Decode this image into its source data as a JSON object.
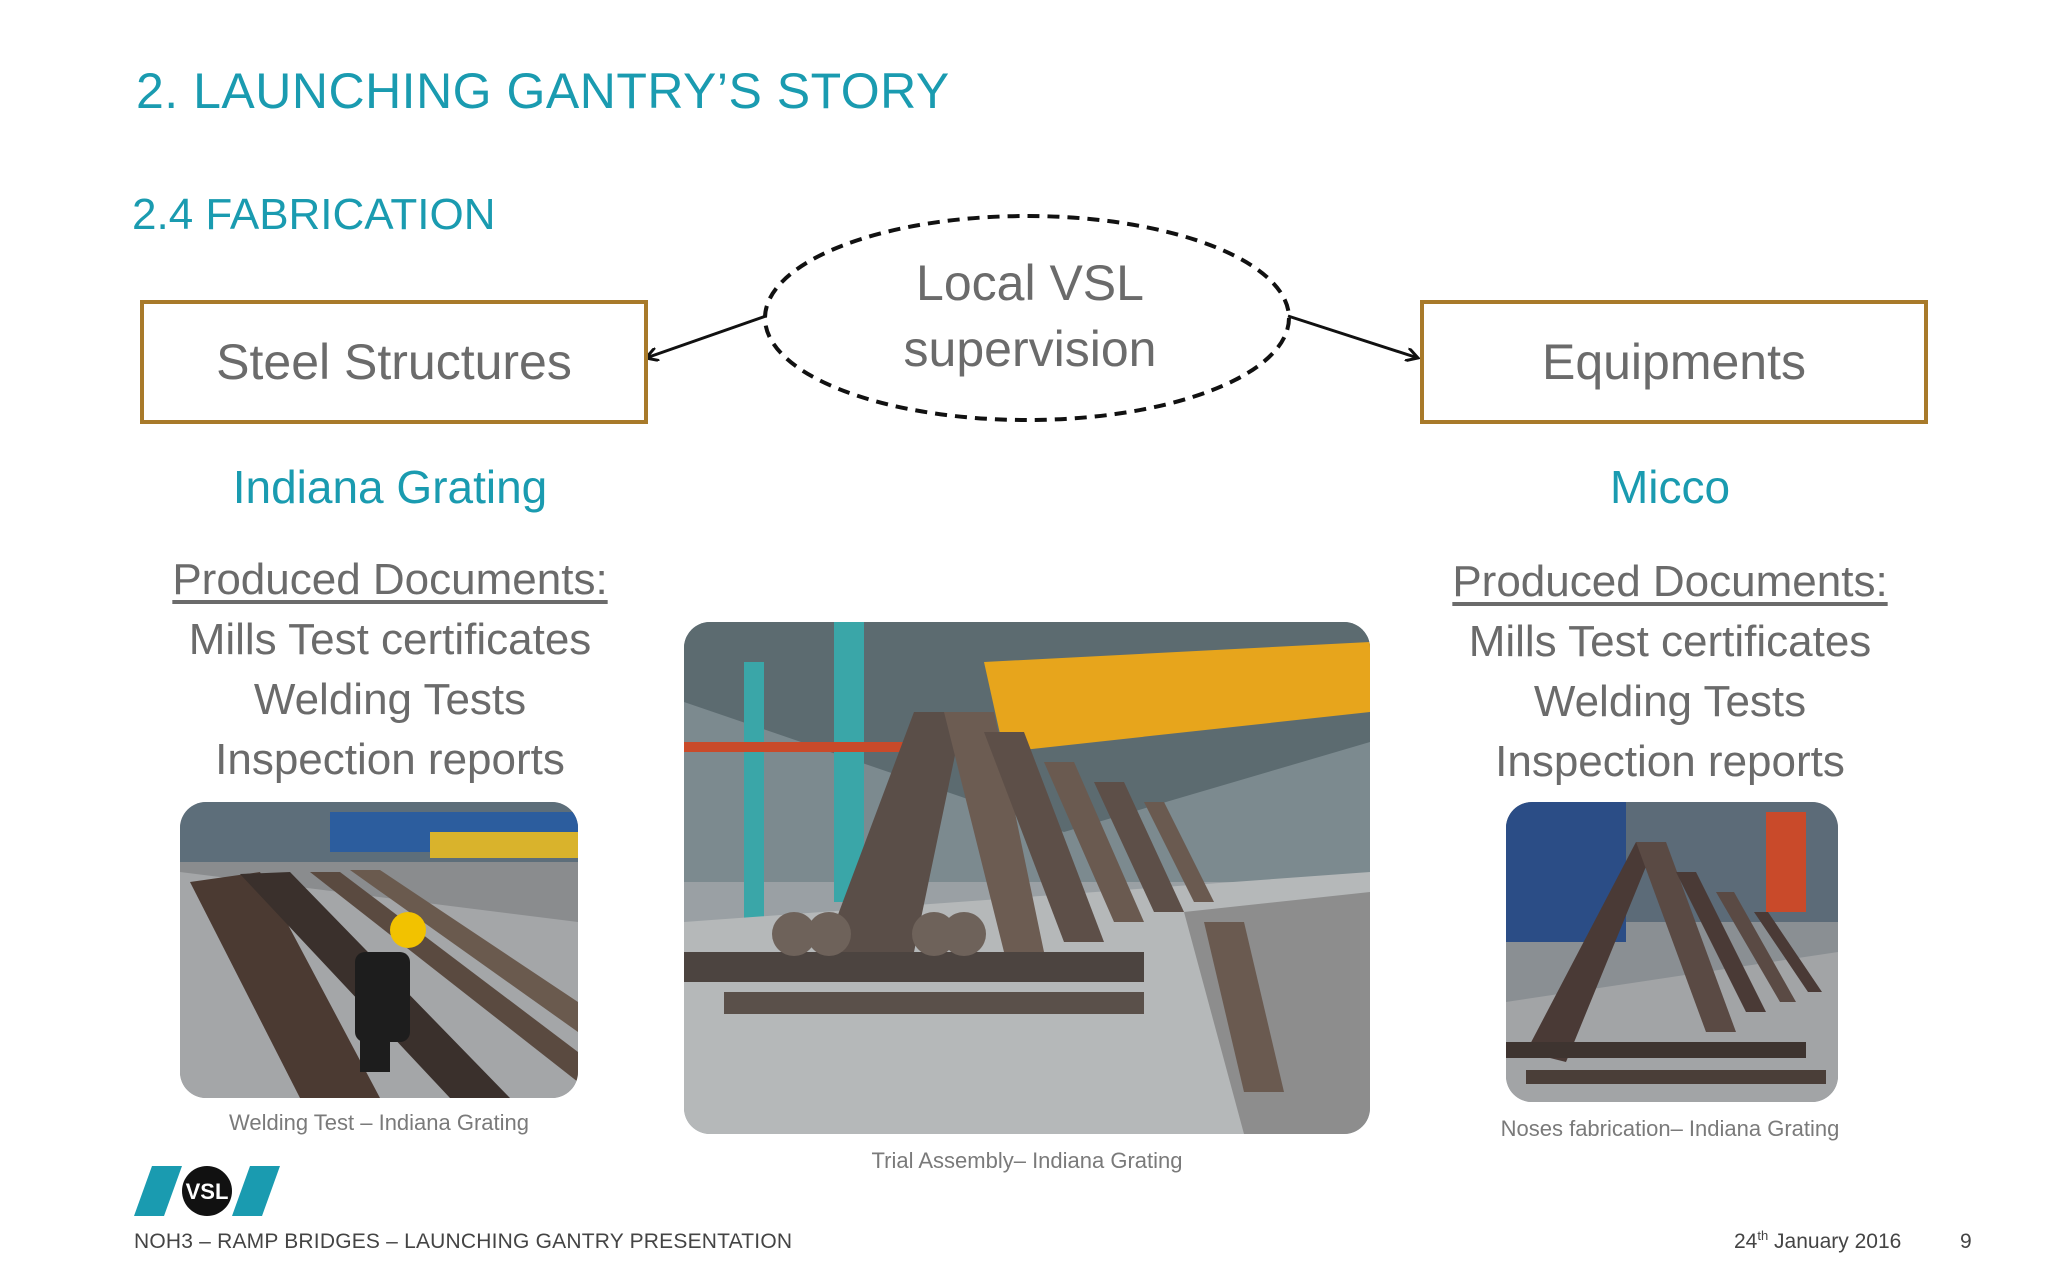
{
  "slide": {
    "title": "2. LAUNCHING GANTRY’S STORY",
    "subtitle": "2.4 FABRICATION",
    "center_bubble": {
      "line1": "Local VSL",
      "line2": "supervision"
    },
    "left": {
      "box_label": "Steel Structures",
      "company": "Indiana Grating",
      "docs_heading": "Produced Documents:",
      "docs": [
        "Mills Test certificates",
        "Welding Tests",
        "Inspection reports"
      ],
      "photo_caption": "Welding Test – Indiana Grating"
    },
    "right": {
      "box_label": "Equipments",
      "company": "Micco",
      "docs_heading": "Produced Documents:",
      "docs": [
        "Mills Test certificates",
        "Welding Tests",
        "Inspection reports"
      ],
      "photo_caption": "Noses fabrication– Indiana Grating"
    },
    "center_photo_caption": "Trial Assembly– Indiana Grating"
  },
  "logo": {
    "text": "VSL"
  },
  "footer": {
    "presentation": "NOH3 –  RAMP BRIDGES – LAUNCHING GANTRY PRESENTATION",
    "date_day": "24",
    "date_suffix": "th",
    "date_rest": " January 2016",
    "page_number": "9"
  },
  "colors": {
    "accent_teal": "#1a9bb0",
    "box_border": "#a87a2a",
    "body_text": "#6b6b6b",
    "logo_blue": "#1a9bb0"
  }
}
